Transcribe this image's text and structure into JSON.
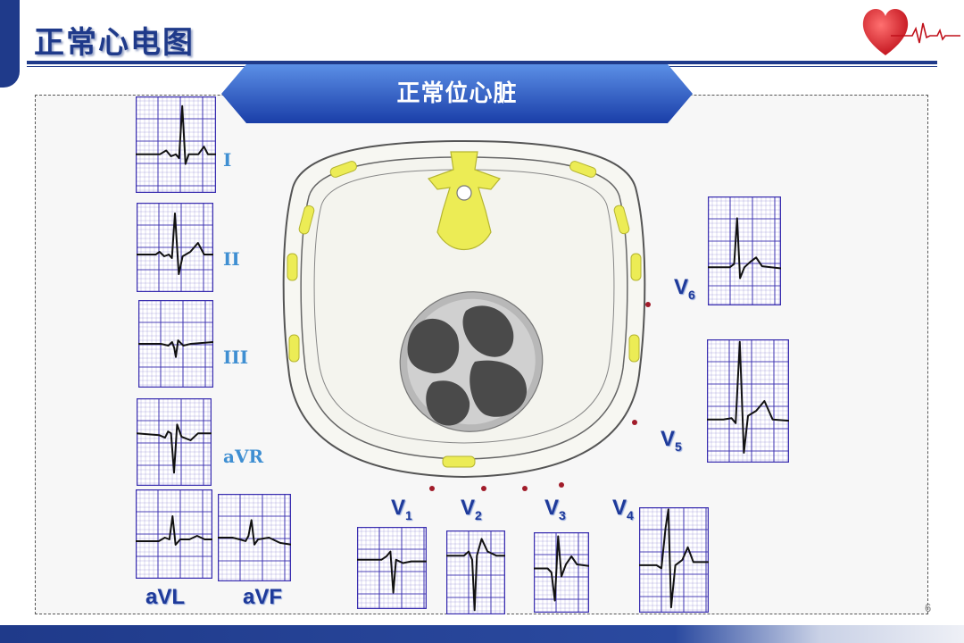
{
  "header": {
    "title": "正常心电图"
  },
  "banner": {
    "text": "正常位心脏"
  },
  "limb_leads": [
    {
      "id": "I",
      "label": "I"
    },
    {
      "id": "II",
      "label": "II"
    },
    {
      "id": "III",
      "label": "III"
    },
    {
      "id": "aVR",
      "label": "aVR"
    },
    {
      "id": "aVL",
      "label": "aVL"
    },
    {
      "id": "aVF",
      "label": "aVF"
    }
  ],
  "chest_leads": [
    {
      "id": "V1",
      "letter": "V",
      "sub": "1"
    },
    {
      "id": "V2",
      "letter": "V",
      "sub": "2"
    },
    {
      "id": "V3",
      "letter": "V",
      "sub": "3"
    },
    {
      "id": "V4",
      "letter": "V",
      "sub": "4"
    },
    {
      "id": "V5",
      "letter": "V",
      "sub": "5"
    },
    {
      "id": "V6",
      "letter": "V",
      "sub": "6"
    }
  ],
  "footer": {
    "page_number": "6"
  },
  "colors": {
    "brand": "#1f3a8a",
    "grid": "#3a2fb0",
    "bone": "#f0f060",
    "heart": "#444444",
    "limb_label": "#3f8fd2",
    "electrode": "#a11c2a"
  }
}
